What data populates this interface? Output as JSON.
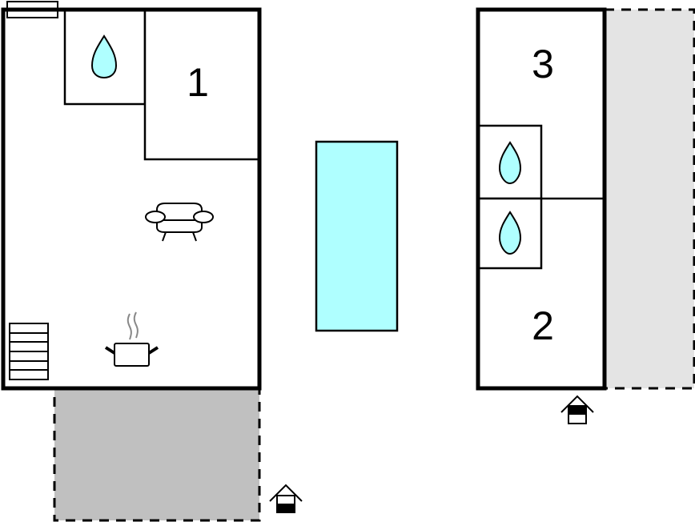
{
  "floorplan": {
    "rooms": [
      {
        "id": "bedroom-1",
        "label": "1"
      },
      {
        "id": "bedroom-2",
        "label": "2"
      },
      {
        "id": "bedroom-3",
        "label": "3"
      }
    ],
    "icons": {
      "bathroom": "water-drop-icon",
      "living": "sofa-icon",
      "kitchen": "cooking-pot-icon",
      "stairs": "stairs-icon",
      "entrance": "entrance-house-icon",
      "window": "window-icon"
    },
    "colors": {
      "wall": "#000000",
      "pool": "#afffff",
      "water_drop": "#afffff",
      "terrace_dark": "#c0c0c0",
      "terrace_light": "#e4e4e4",
      "steam": "#888888",
      "background": "#ffffff"
    }
  }
}
